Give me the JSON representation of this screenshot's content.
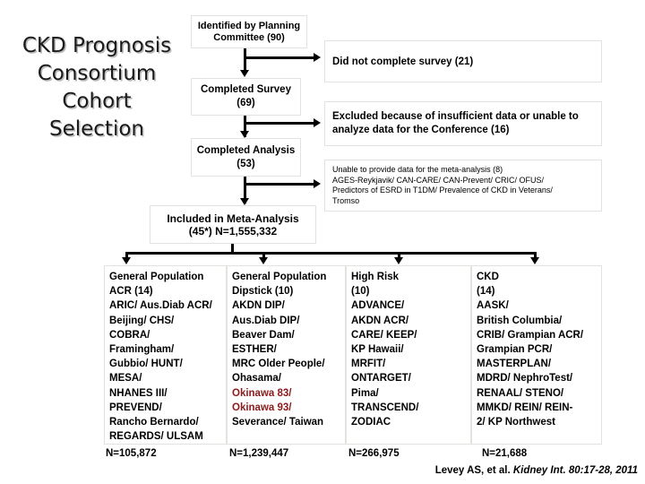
{
  "title": {
    "lines": [
      "CKD Prognosis",
      "Consortium",
      "Cohort",
      "Selection"
    ],
    "full": "CKD Prognosis Consortium Cohort Selection"
  },
  "flow": {
    "identified": "Identified by Planning Committee (90)",
    "completed_survey": "Completed Survey (69)",
    "completed_analysis": "Completed Analysis (53)",
    "included": "Included in Meta-Analysis (45*) N=1,555,332"
  },
  "exclusions": [
    {
      "id": "did-not-complete-survey",
      "text": "Did not complete survey (21)"
    },
    {
      "id": "excluded-insufficient-data",
      "text": "Excluded because of insufficient data or unable to analyze data for the Conference (16)"
    },
    {
      "id": "unable-to-provide-data",
      "text": "Unable to provide data for the meta-analysis (8)",
      "detail_lines": [
        "AGES-Reykjavik/ CAN-CARE/ CAN-Prevent/ CRIC/ OFUS/",
        "Predictors of ESRD in T1DM/ Prevalence of CKD in Veterans/",
        "Tromso"
      ]
    }
  ],
  "cohort_columns": [
    {
      "id": "general-population-acr",
      "heading": "General Population ACR (14)",
      "lines": [
        {
          "text": "General Population",
          "color": "black"
        },
        {
          "text": "ACR (14)",
          "color": "black"
        },
        {
          "text": "ARIC/ Aus.Diab ACR/",
          "color": "black"
        },
        {
          "text": "Beijing/ CHS/",
          "color": "black"
        },
        {
          "text": "COBRA/",
          "color": "black"
        },
        {
          "text": "Framingham/",
          "color": "black"
        },
        {
          "text": "Gubbio/ HUNT/",
          "color": "black"
        },
        {
          "text": "MESA/",
          "color": "black"
        },
        {
          "text": "NHANES III/",
          "color": "black"
        },
        {
          "text": " PREVEND/",
          "color": "black"
        },
        {
          "text": "Rancho Bernardo/",
          "color": "black"
        },
        {
          "text": "REGARDS/ ULSAM",
          "color": "black"
        }
      ],
      "n": "N=105,872"
    },
    {
      "id": "general-population-dipstick",
      "heading": "General Population Dipstick (10)",
      "lines": [
        {
          "text": "General Population",
          "color": "black"
        },
        {
          "text": "Dipstick (10)",
          "color": "black"
        },
        {
          "text": "AKDN DIP/",
          "color": "black"
        },
        {
          "text": "Aus.Diab DIP/",
          "color": "black"
        },
        {
          "text": "Beaver Dam/",
          "color": "black"
        },
        {
          "text": "ESTHER/",
          "color": "black"
        },
        {
          "text": "MRC Older People/",
          "color": "black"
        },
        {
          "text": "Ohasama/",
          "color": "black"
        },
        {
          "text": "Okinawa 83/",
          "color": "red"
        },
        {
          "text": "Okinawa 93/",
          "color": "red"
        },
        {
          "text": "Severance/ Taiwan",
          "color": "black"
        }
      ],
      "n": "N=1,239,447"
    },
    {
      "id": "high-risk",
      "heading": "High Risk (10)",
      "lines": [
        {
          "text": "High Risk",
          "color": "black"
        },
        {
          "text": "(10)",
          "color": "black"
        },
        {
          "text": "ADVANCE/",
          "color": "black"
        },
        {
          "text": "AKDN ACR/",
          "color": "black"
        },
        {
          "text": "CARE/ KEEP/",
          "color": "black"
        },
        {
          "text": "KP Hawaii/",
          "color": "black"
        },
        {
          "text": "MRFIT/",
          "color": "black"
        },
        {
          "text": "ONTARGET/",
          "color": "black"
        },
        {
          "text": "Pima/",
          "color": "black"
        },
        {
          "text": "TRANSCEND/",
          "color": "black"
        },
        {
          "text": "ZODIAC",
          "color": "black"
        }
      ],
      "n": "N=266,975"
    },
    {
      "id": "ckd",
      "heading": "CKD (14)",
      "lines": [
        {
          "text": "CKD",
          "color": "black"
        },
        {
          "text": " (14)",
          "color": "black"
        },
        {
          "text": "AASK/",
          "color": "black"
        },
        {
          "text": "British Columbia/",
          "color": "black"
        },
        {
          "text": "CRIB/ Grampian ACR/",
          "color": "black"
        },
        {
          "text": "Grampian PCR/",
          "color": "black"
        },
        {
          "text": "MASTERPLAN/",
          "color": "black"
        },
        {
          "text": "MDRD/ NephroTest/",
          "color": "black"
        },
        {
          "text": "RENAAL/ STENO/",
          "color": "black"
        },
        {
          "text": "MMKD/ REIN/ REIN-",
          "color": "black"
        },
        {
          "text": "2/ KP Northwest",
          "color": "black"
        }
      ],
      "n": "N=21,688"
    }
  ],
  "citation": {
    "authors": "Levey AS, et al. ",
    "source": "Kidney Int. 80:17-28, 2011"
  },
  "colors": {
    "accent_red": "#8c1a1a",
    "box_border": "#e2e2de",
    "connector": "#000000",
    "title_shadow": "#b9b9b9"
  }
}
